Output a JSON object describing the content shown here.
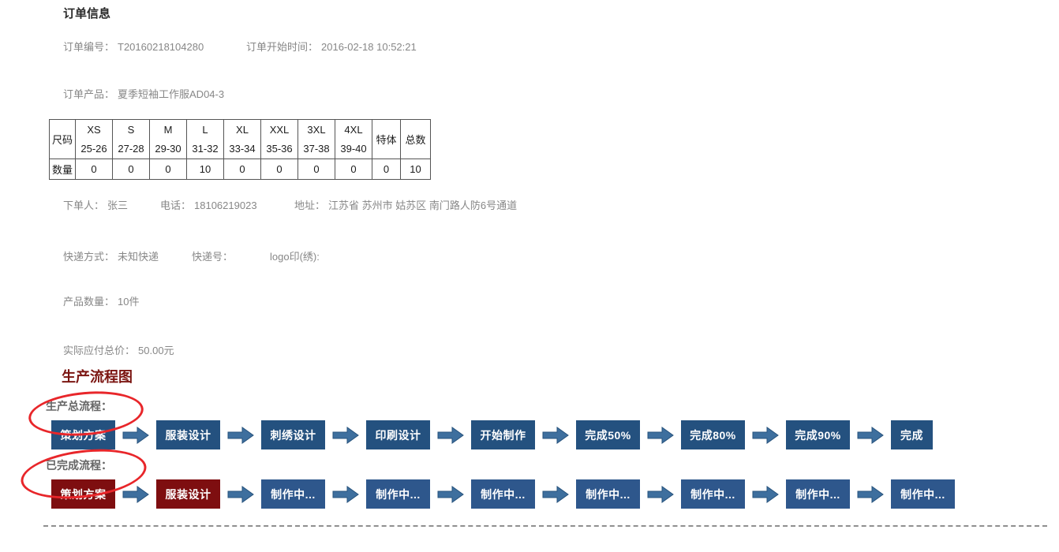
{
  "order": {
    "section_title": "订单信息",
    "order_no_label": "订单编号：",
    "order_no": "T20160218104280",
    "start_time_label": "订单开始时间：",
    "start_time": "2016-02-18 10:52:21",
    "product_label": "订单产品：",
    "product_name": "夏季短袖工作服AD04-3",
    "buyer_label": "下单人：",
    "buyer_name": "张三",
    "phone_label": "电话：",
    "phone": "18106219023",
    "address_label": "地址：",
    "address": "江苏省 苏州市 姑苏区 南门路人防6号通道",
    "express_label": "快递方式：",
    "express_method": "未知快递",
    "tracking_label": "快递号：",
    "tracking_no": "",
    "logo_label": "logo印(绣):",
    "logo_value": "",
    "qty_label": "产品数量：",
    "qty_value": "10件",
    "total_label": "实际应付总价：",
    "total_value": "50.00元"
  },
  "size_table": {
    "corner_header": "尺码",
    "qty_row_header": "数量",
    "columns": [
      {
        "name": "XS",
        "range": "25-26",
        "qty": "0"
      },
      {
        "name": "S",
        "range": "27-28",
        "qty": "0"
      },
      {
        "name": "M",
        "range": "29-30",
        "qty": "0"
      },
      {
        "name": "L",
        "range": "31-32",
        "qty": "10"
      },
      {
        "name": "XL",
        "range": "33-34",
        "qty": "0"
      },
      {
        "name": "XXL",
        "range": "35-36",
        "qty": "0"
      },
      {
        "name": "3XL",
        "range": "37-38",
        "qty": "0"
      },
      {
        "name": "4XL",
        "range": "39-40",
        "qty": "0"
      },
      {
        "name": "特体",
        "range": "",
        "qty": "0"
      },
      {
        "name": "总数",
        "range": "",
        "qty": "10"
      }
    ]
  },
  "flow": {
    "section_title": "生产流程图",
    "row1_label": "生产总流程：",
    "row2_label": "已完成流程：",
    "colors": {
      "total_step": "#24517F",
      "done_step": "#7E0E10",
      "pending_step": "#2E578C",
      "arrow": "#3E6F9E",
      "arrow_outline": "#27537D",
      "annotation": "#E8262A",
      "section_title": "#7B1511"
    },
    "row1": [
      {
        "label": "策划方案",
        "color": "#24517F"
      },
      {
        "label": "服装设计",
        "color": "#24517F"
      },
      {
        "label": "刺绣设计",
        "color": "#24517F"
      },
      {
        "label": "印刷设计",
        "color": "#24517F"
      },
      {
        "label": "开始制作",
        "color": "#24517F"
      },
      {
        "label": "完成50%",
        "color": "#24517F"
      },
      {
        "label": "完成80%",
        "color": "#24517F"
      },
      {
        "label": "完成90%",
        "color": "#24517F"
      },
      {
        "label": "完成",
        "color": "#24517F"
      }
    ],
    "row2": [
      {
        "label": "策划方案",
        "color": "#7E0E10"
      },
      {
        "label": "服装设计",
        "color": "#7E0E10"
      },
      {
        "label": "制作中...",
        "color": "#2E578C"
      },
      {
        "label": "制作中...",
        "color": "#2E578C"
      },
      {
        "label": "制作中...",
        "color": "#2E578C"
      },
      {
        "label": "制作中...",
        "color": "#2E578C"
      },
      {
        "label": "制作中...",
        "color": "#2E578C"
      },
      {
        "label": "制作中...",
        "color": "#2E578C"
      },
      {
        "label": "制作中...",
        "color": "#2E578C"
      }
    ]
  }
}
